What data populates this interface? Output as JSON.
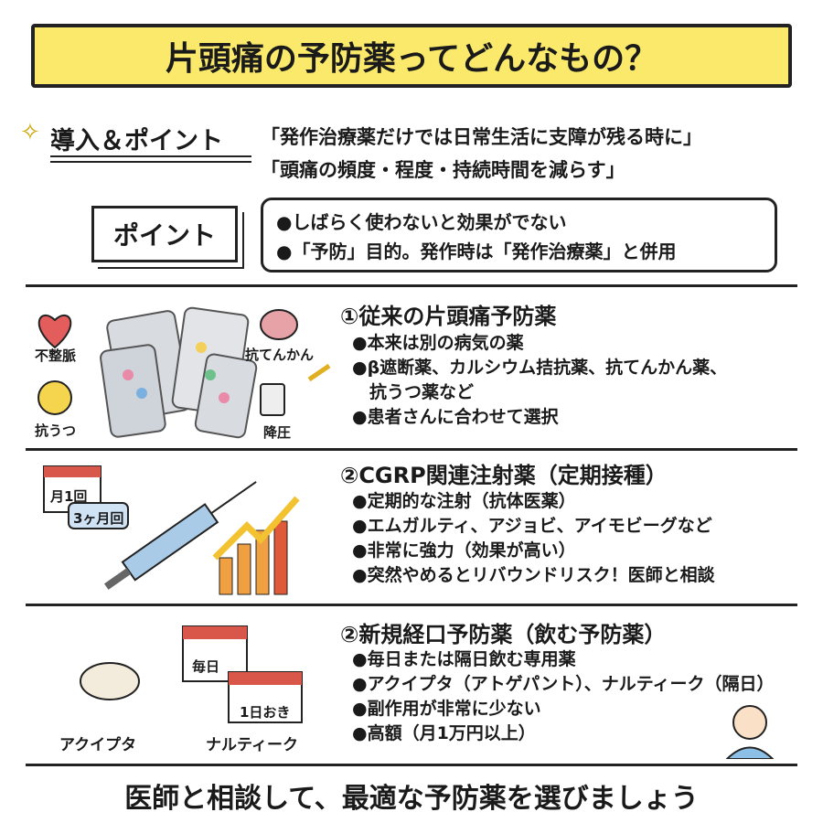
{
  "title": "片頭痛の予防薬ってどんなもの？",
  "intro": {
    "heading": "導入＆ポイント",
    "quotes": [
      "「発作治療薬だけでは日常生活に支障が残る時に」",
      "「頭痛の頻度・程度・持続時間を減らす」"
    ]
  },
  "point": {
    "label": "ポイント",
    "items": [
      "●しばらく使わないと効果がでない",
      "●「予防」目的。発作時は「発作治療薬」と併用"
    ]
  },
  "sections": [
    {
      "heading": "①従来の片頭痛予防薬",
      "items": [
        "●本来は別の病気の薬",
        "●β遮断薬、カルシウム拮抗薬、抗てんかん薬、",
        "　抗うつ薬など",
        "●患者さんに合わせて選択"
      ],
      "labels": [
        "不整脈",
        "抗うつ",
        "抗てんかん",
        "降圧"
      ]
    },
    {
      "heading": "②CGRP関連注射薬（定期接種）",
      "items": [
        "●定期的な注射（抗体医薬）",
        "●エムガルティ、アジョビ、アイモビーグなど",
        "●非常に強力（効果が高い）",
        "●突然やめるとリバウンドリスク！医師と相談"
      ],
      "labels": [
        "月1回",
        "3ヶ月回"
      ]
    },
    {
      "heading": "②新規経口予防薬（飲む予防薬）",
      "items": [
        "●毎日または隔日飲む専用薬",
        "●アクイプタ（アトゲパント）、ナルティーク（隔日）",
        "●副作用が非常に少ない",
        "●高額（月1万円以上）"
      ],
      "labels": [
        "毎日",
        "1日おき",
        "アクイプタ",
        "ナルティーク"
      ]
    }
  ],
  "footer": "医師と相談して、最適な予防薬を選びましょう",
  "colors": {
    "title_bg": "#fbe96b",
    "calendar_red": "#d9574a"
  }
}
